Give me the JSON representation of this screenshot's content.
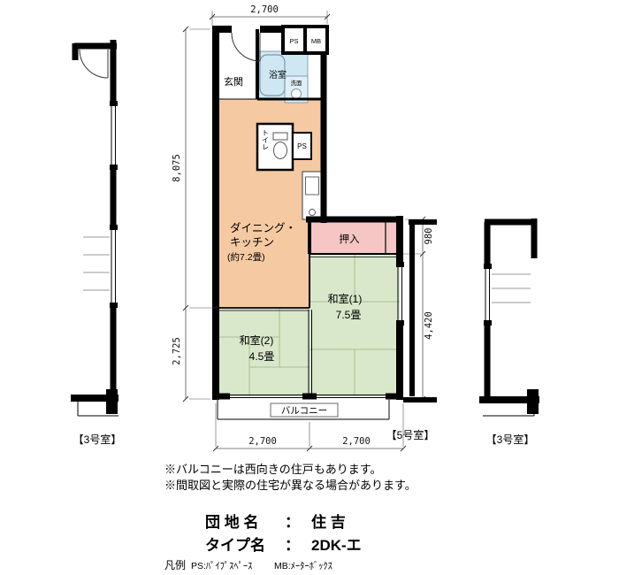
{
  "plan": {
    "rooms": {
      "genkan": "玄関",
      "bath": "浴室",
      "washbasin": "洗面",
      "toilet": "トイレ",
      "dk_line1": "ダイニング・",
      "dk_line2": "キッチン",
      "dk_size": "(約7.2畳)",
      "oshiire": "押入",
      "washitsu1": "和室(1)",
      "washitsu1_size": "7.5畳",
      "washitsu2": "和室(2)",
      "washitsu2_size": "4.5畳",
      "balcony": "バルコニー",
      "ps": "PS",
      "mb": "MB"
    },
    "dims": {
      "top": "2,700",
      "left_upper": "8,075",
      "left_lower": "2,725",
      "right_upper": "980",
      "right_lower": "4,420",
      "bottom_left": "2,700",
      "bottom_right": "2,700"
    },
    "neighbors": {
      "left": "【3号室】",
      "right": "【5号室】",
      "far_right": "【3号室】"
    }
  },
  "notes": {
    "line1": "※バルコニーは西向きの住戸もあります。",
    "line2": "※間取図と実際の住宅が異なる場合があります。"
  },
  "info": {
    "site_label": "団 地 名",
    "separator": "：",
    "site_value": "住 吉",
    "type_label": "タイプ名",
    "type_value": "2DK-エ"
  },
  "legend": {
    "title": "凡例",
    "ps": "PS:ﾊﾟｲﾌﾟｽﾍﾟｰｽ",
    "mb": "MB:ﾒｰﾀｰﾎﾞｯｸｽ"
  },
  "colors": {
    "dk": "#f5c9a2",
    "tatami": "#d9e8cb",
    "closet": "#f5c6c3",
    "bath": "#cfe7f2",
    "washbasin": "#e0eff7"
  }
}
